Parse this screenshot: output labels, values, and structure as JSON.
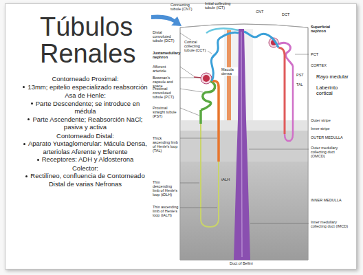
{
  "diagram": {
    "title": "Túbulos Renales",
    "labels": [
      "Contorneado Proximal:",
      "13mm; epitelio especializado reabsorción",
      "Asa de Henle:",
      "Parte Descendente; se introduce en médula",
      "Parte Ascendente; Reabsorción NaCl; pasiva y activa",
      "Contorneado Distal:",
      "Aparato Yuxtaglomerular: Mácula Densa, arteriolas Aferente y Eferente",
      "Receptores: ADH y Aldosterona",
      "Colector:",
      "Rectilíneo, confluencia de Contorneado Distal de varias Nefronas",
      "Connecting tubule (CNT)",
      "Initial collecting tubule (ICT)",
      "CNT",
      "DCT",
      "Superficial nephron",
      "Distal convoluted tubule (DCT)",
      "Cortical collecting tubule (CCT)",
      "Juxtamedullary nephron",
      "Afferent arteriole",
      "Bowman's capsule and space",
      "Proximal convoluted tubule (PCT)",
      "Macula densa",
      "PCT",
      "CORTEX",
      "Rayo medular",
      "Laberinto cortical",
      "Proximal straight tubule (PST)",
      "Outer stripe",
      "Inner stripe",
      "Thick ascending limb of Henle's loop (TAL)",
      "OUTER MEDULLA",
      "Outer medullary collecting duct (OMCD)",
      "tALH",
      "Thin descending limb of Henle's loop (tDLH)",
      "Thin ascending limb of Henle's loop (tALH)",
      "INNER MEDULLA",
      "Inner medullary collecting duct (IMCD)",
      "Duct of Bellini",
      "PST",
      "TAL"
    ]
  }
}
